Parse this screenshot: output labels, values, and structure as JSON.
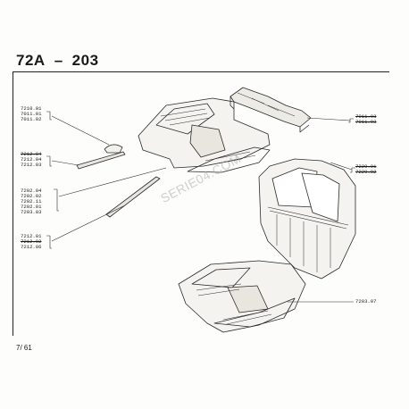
{
  "header": {
    "model": "72A",
    "separator": "–",
    "section": "203"
  },
  "watermark": "SERIE04.COM",
  "page_number": "7/ 61",
  "callouts": {
    "group1": [
      "7210.01",
      "7011.01",
      "7011.02"
    ],
    "group2": [
      "7212.04",
      "7212.04",
      "7212.03"
    ],
    "group3": [
      "7202.04",
      "7202.02",
      "7202.11",
      "7202.01",
      "7203.03"
    ],
    "group4": [
      "7212.01",
      "7212.02",
      "7212.06"
    ],
    "group5": [
      "7011.03",
      "7011.03"
    ],
    "group6": [
      "7220.01",
      "7220.02"
    ],
    "group7": [
      "7203.07"
    ]
  },
  "struck": {
    "group2": [
      0
    ],
    "group4": [
      1
    ],
    "group5": [
      0,
      1
    ],
    "group6": [
      0,
      1
    ]
  }
}
